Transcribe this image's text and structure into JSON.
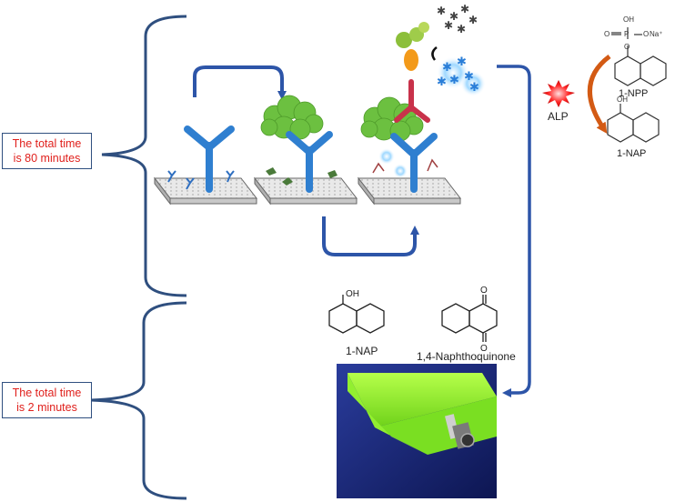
{
  "time_boxes": {
    "top": {
      "line1": "The total time",
      "line2": "is 80 minutes"
    },
    "bottom": {
      "line1": "The total time",
      "line2": "is 2 minutes"
    }
  },
  "reaction": {
    "enzyme": "ALP",
    "substrate": "1-NPP",
    "product": "1-NAP",
    "phosphate_oh": "OH",
    "phosphate_p": "P",
    "phosphate_o": "O",
    "phosphate_ona": "O",
    "phosphate_na": "Na⁺"
  },
  "detection": {
    "molecule1": "1-NAP",
    "molecule1_oh": "OH",
    "molecule2": "1,4-Naphthoquinone",
    "quinone_o": "O"
  },
  "colors": {
    "accent_text": "#e0201c",
    "brace": "#2f4f7f",
    "arrow": "#2d55a8",
    "antibody": "#2f7fd0",
    "antigen": "#6cc040",
    "sensor_green": "#8ef51f",
    "sensor_background": "#1f2f8a",
    "reaction_arrow": "#d35a14"
  }
}
